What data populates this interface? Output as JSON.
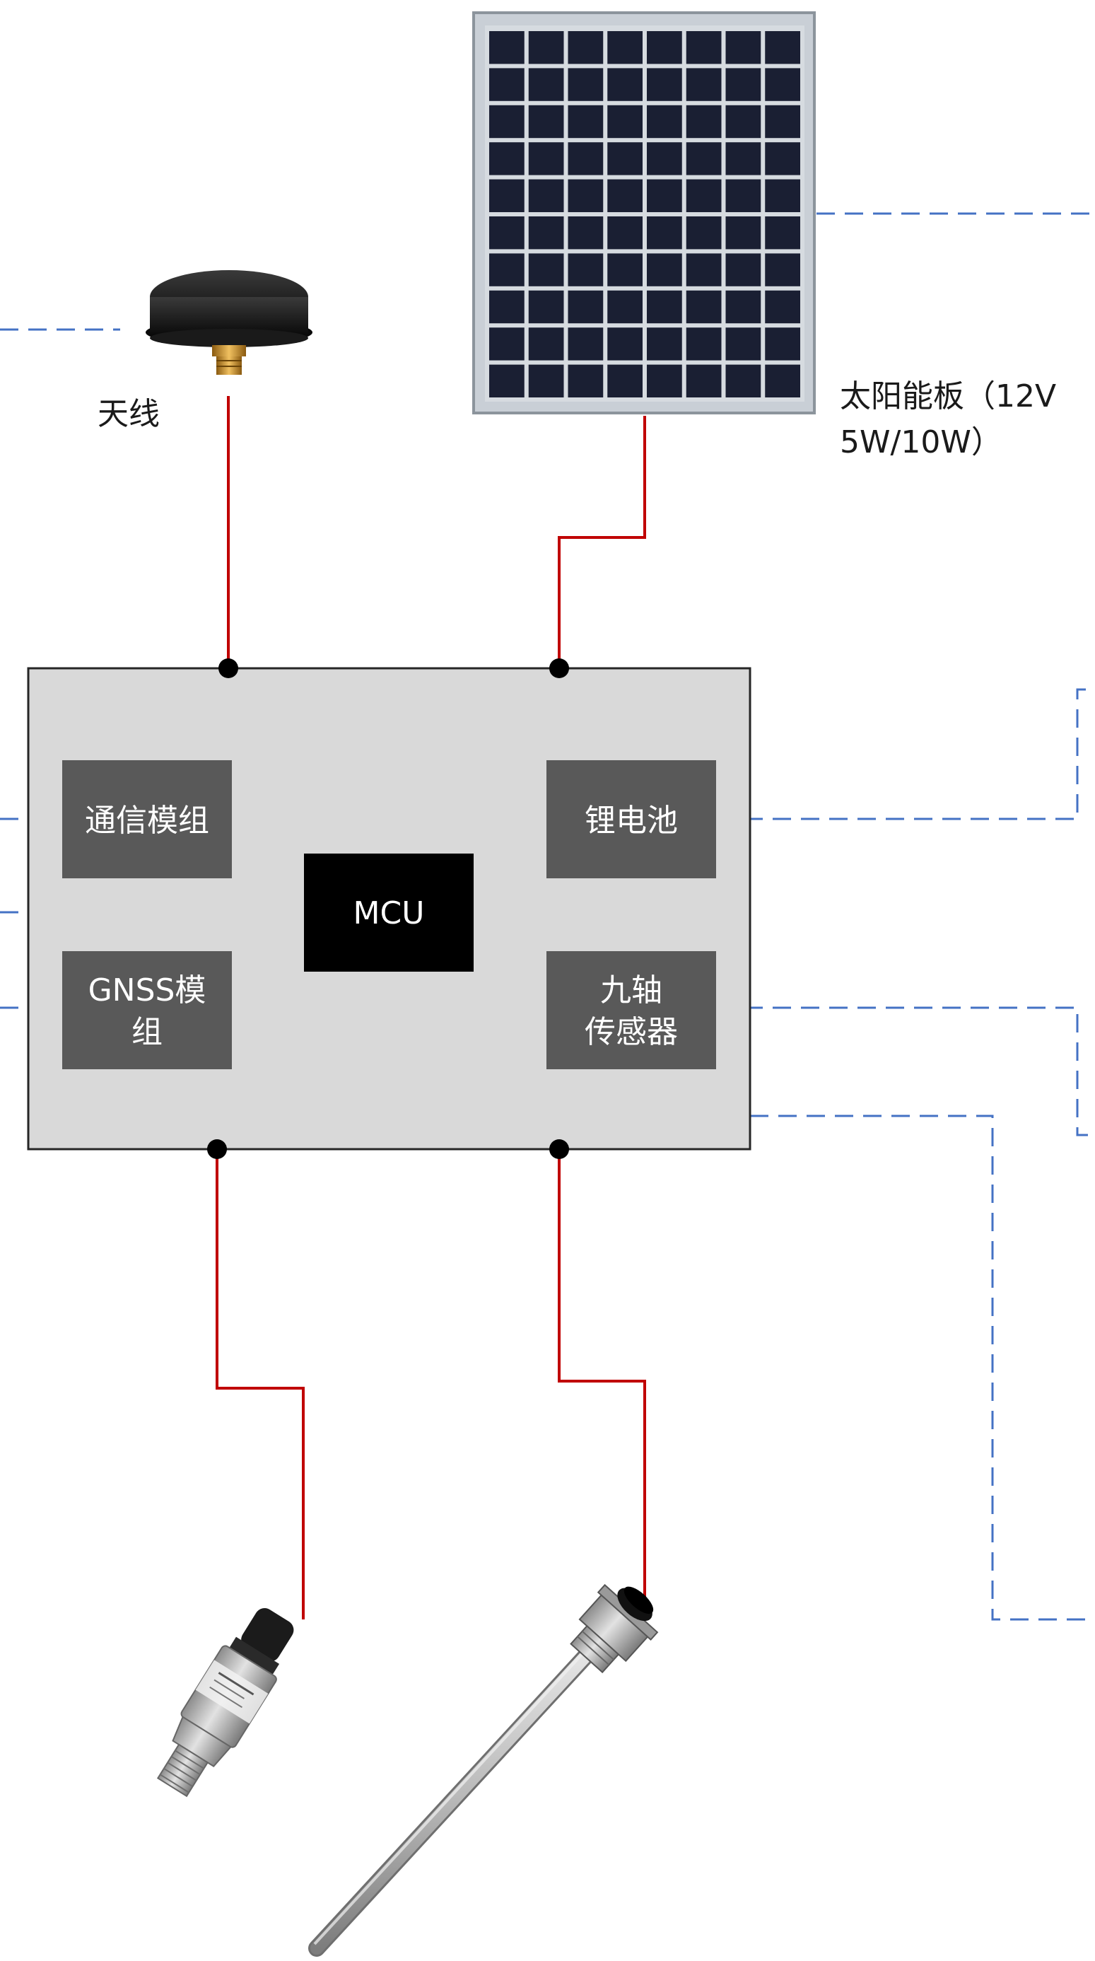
{
  "labels": {
    "antenna": "天线",
    "solar_line1": "太阳能板（12V",
    "solar_line2": "5W/10W）"
  },
  "modules": {
    "comm": "通信模组",
    "battery": "锂电池",
    "mcu": "MCU",
    "gnss_line1": "GNSS模",
    "gnss_line2": "组",
    "imu_line1": "九轴",
    "imu_line2": "传感器"
  },
  "colors": {
    "power_wire": "#c00000",
    "signal_dash": "#4472c4",
    "device_box": "#d9d9d9",
    "module_fill": "#595959",
    "mcu_fill": "#000000",
    "solar_cell": "#1a1f33"
  }
}
